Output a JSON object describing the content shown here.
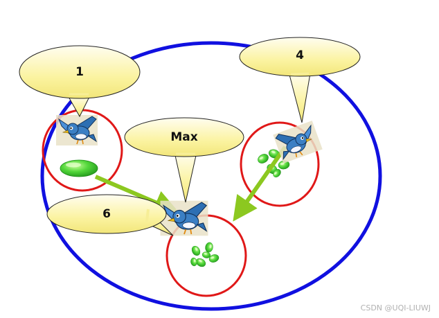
{
  "bubbles": {
    "left": "1",
    "top_right": "4",
    "center": "Max",
    "bottom_left": "6"
  },
  "watermark": "CSDN @UQI-LIUWJ",
  "colors": {
    "outer_circle": "#1010e0",
    "inner_circles": "#e01818",
    "arrows": "#8cc820",
    "bubble_fill": "#fbf6a8",
    "bean_green": "#44d030",
    "bird_blue": "#3b7fc4"
  },
  "icons": [
    "bird-icon",
    "bean-icon"
  ]
}
